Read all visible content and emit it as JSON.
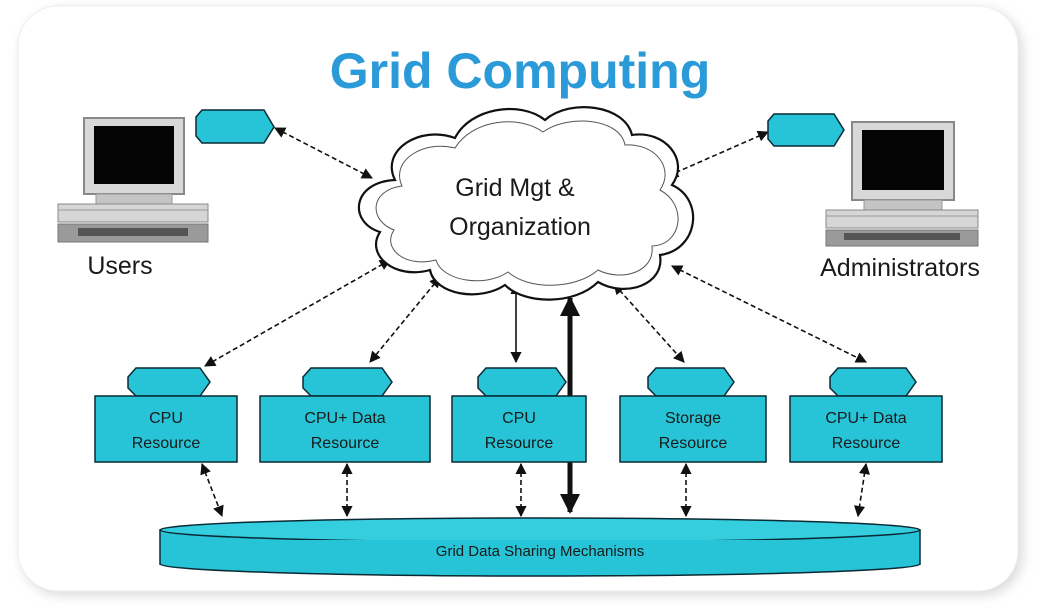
{
  "title": "Grid Computing",
  "cloud_label": [
    "Grid Mgt &",
    "Organization"
  ],
  "users_label": "Users",
  "admins_label": "Administrators",
  "resources": [
    {
      "line1": "CPU",
      "line2": "Resource"
    },
    {
      "line1": "CPU+ Data",
      "line2": "Resource"
    },
    {
      "line1": "CPU",
      "line2": "Resource"
    },
    {
      "line1": "Storage",
      "line2": "Resource"
    },
    {
      "line1": "CPU+ Data",
      "line2": "Resource"
    }
  ],
  "bus_label": "Grid Data Sharing Mechanisms",
  "colors": {
    "title": "#2a9ad8",
    "box_fill": "#27c3d6",
    "box_stroke": "#0a2a35",
    "line": "#111111",
    "text": "#1a1a1a"
  }
}
